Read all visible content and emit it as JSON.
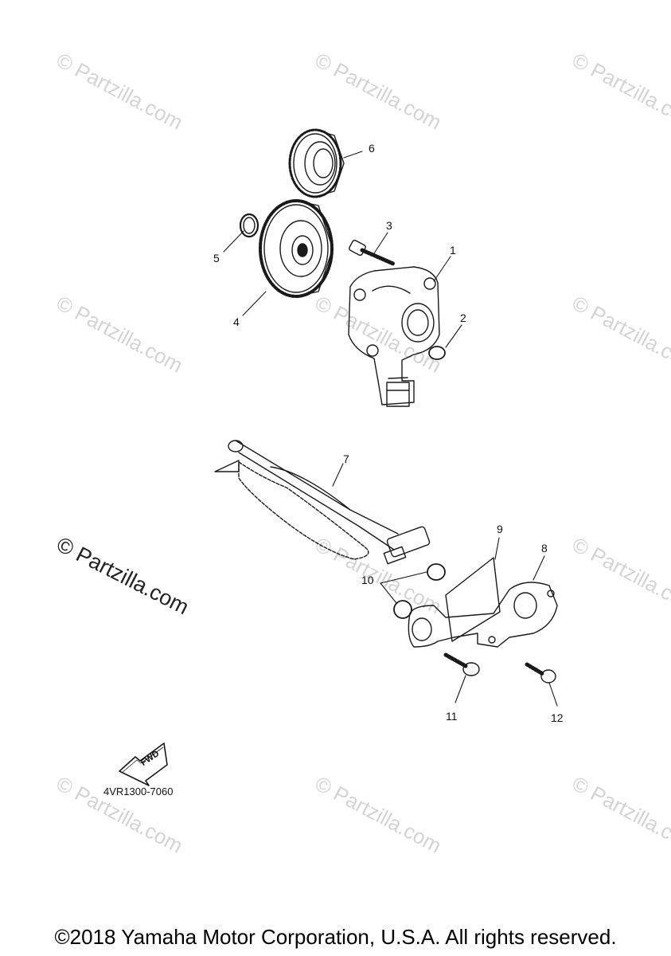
{
  "watermark": {
    "text": "© Partzilla.com",
    "primary_text": "© Partzilla.com"
  },
  "callouts": {
    "c1": "1",
    "c2": "2",
    "c3": "3",
    "c4": "4",
    "c5": "5",
    "c6": "6",
    "c7": "7",
    "c8": "8",
    "c9": "9",
    "c10": "10",
    "c11": "11",
    "c12": "12"
  },
  "fwd_label": "FWD",
  "diagram_code": "4VR1300-7060",
  "copyright": "©2018 Yamaha Motor Corporation, U.S.A. All rights reserved."
}
